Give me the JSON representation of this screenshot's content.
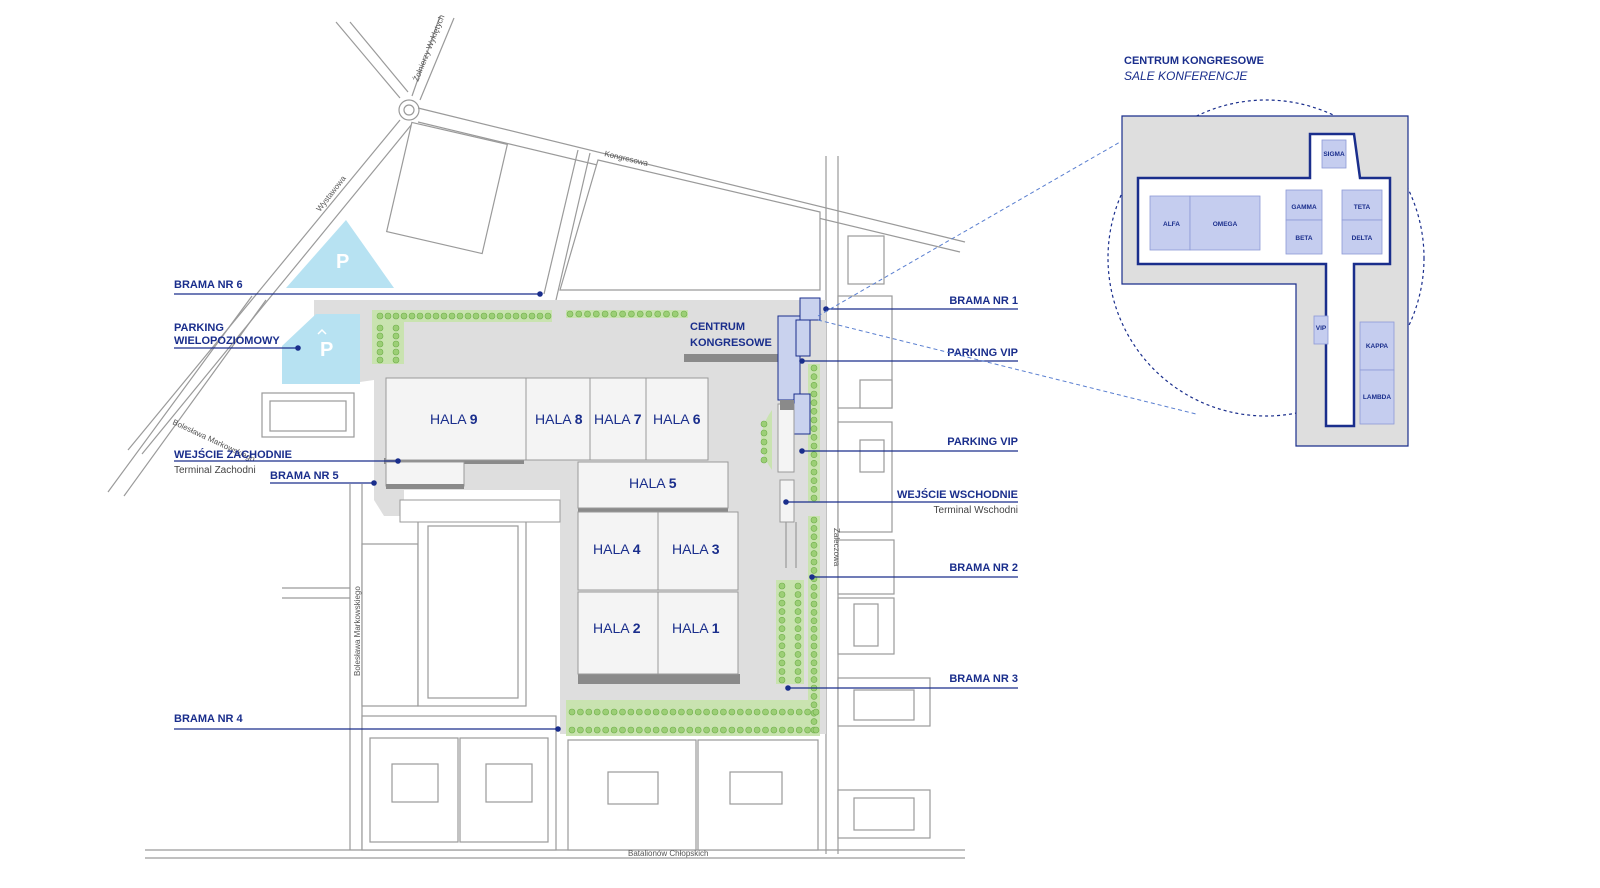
{
  "title": "CENTRUM KONGRESOWE",
  "subtitle": "SALE KONFERENCJE",
  "congress_label_line1": "CENTRUM",
  "congress_label_line2": "KONGRESOWE",
  "halls": [
    {
      "prefix": "HALA",
      "num": "9"
    },
    {
      "prefix": "HALA",
      "num": "8"
    },
    {
      "prefix": "HALA",
      "num": "7"
    },
    {
      "prefix": "HALA",
      "num": "6"
    },
    {
      "prefix": "HALA",
      "num": "5"
    },
    {
      "prefix": "HALA",
      "num": "4"
    },
    {
      "prefix": "HALA",
      "num": "3"
    },
    {
      "prefix": "HALA",
      "num": "2"
    },
    {
      "prefix": "HALA",
      "num": "1"
    }
  ],
  "labels": {
    "brama6": "BRAMA NR 6",
    "parking_multi_1": "PARKING",
    "parking_multi_2": "WIELOPOZIOMOWY",
    "wejscie_zach": "WEJŚCIE ZACHODNIE",
    "terminal_zach": "Terminal Zachodni",
    "brama5": "BRAMA NR 5",
    "brama4": "BRAMA NR 4",
    "brama1": "BRAMA NR 1",
    "parking_vip_1": "PARKING VIP",
    "parking_vip_2": "PARKING VIP",
    "wejscie_wsch": "WEJŚCIE WSCHODNIE",
    "terminal_wsch": "Terminal Wschodni",
    "brama2": "BRAMA NR 2",
    "brama3": "BRAMA NR 3"
  },
  "streets": {
    "zolnierzy": "Żołnierzy Wyklętych",
    "kongresowa": "Kongresowa",
    "wystawowa": "Wystawowa",
    "markowskiego1": "Bolesława Markowskiego",
    "markowskiego2": "Bolesława Markowskiego",
    "zaleczowa": "Zaleczowa",
    "batalionow": "Batalionów Chłopskich"
  },
  "parking_symbol": "P",
  "rooms": {
    "sigma": "SIGMA",
    "alfa": "ALFA",
    "omega": "OMEGA",
    "gamma": "GAMMA",
    "beta": "BETA",
    "teta": "TETA",
    "delta": "DELTA",
    "vip": "VIP",
    "kappa": "KAPPA",
    "lambda": "LAMBDA"
  },
  "colors": {
    "accent": "#1a2e8c",
    "grounds": "#dedede",
    "parking": "#b7e2f2",
    "greenery": "#9ccf76"
  }
}
